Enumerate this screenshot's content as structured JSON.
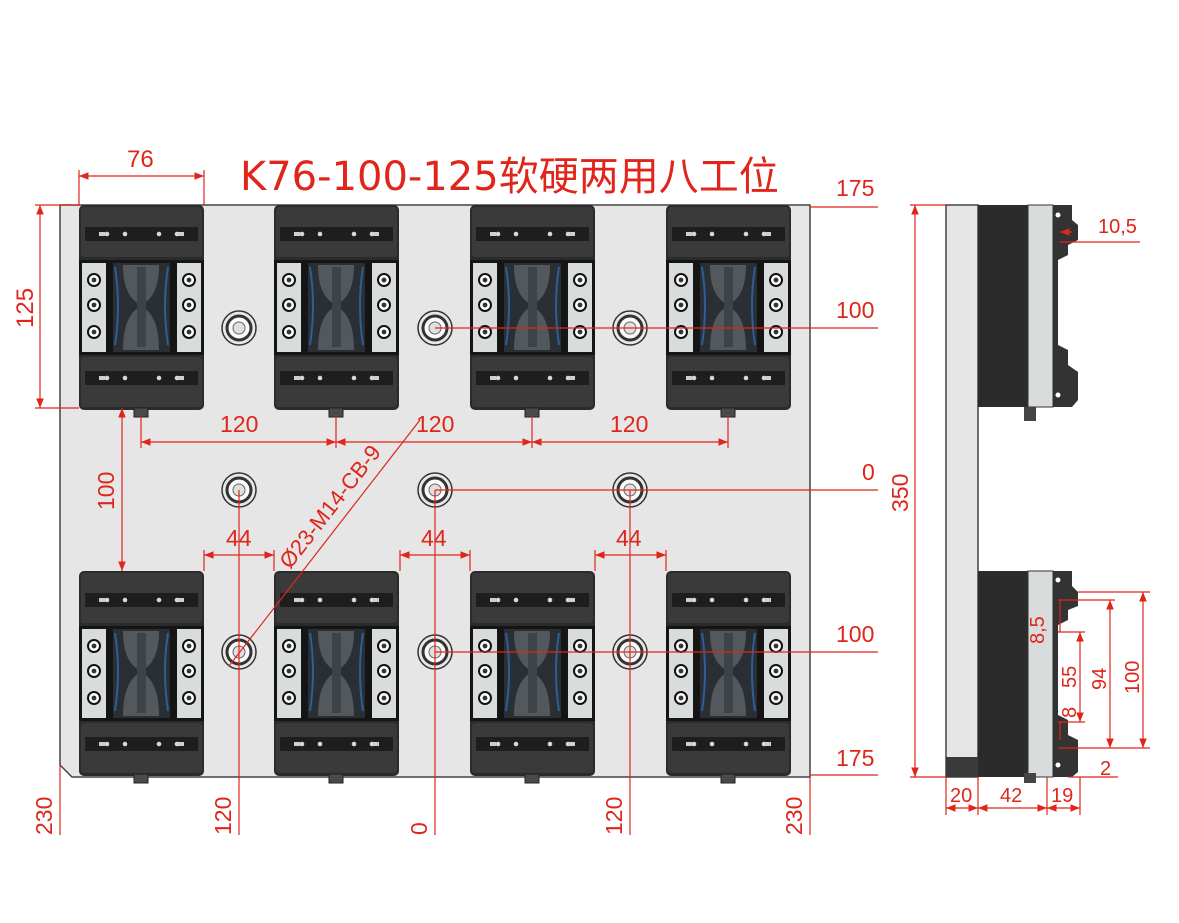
{
  "title": "K76-100-125软硬两用八工位",
  "colors": {
    "dimension": "#e0251b",
    "plate": "#e6e6e6",
    "vise_body": "#2b2b2b",
    "jaw": "#3c3c3c",
    "metal": "#cfd2d4",
    "outline": "#222222"
  },
  "front_view": {
    "dims": {
      "width_vise": "76",
      "right_top": "175",
      "height_vise": "125",
      "row_top": "100",
      "center": "0",
      "row_bottom": "100",
      "right_bottom": "175",
      "pitch_1": "120",
      "pitch_2": "120",
      "pitch_3": "120",
      "gap_v": "100",
      "hole_note": "Ø23-M14-CB-9",
      "gap_1": "44",
      "gap_2": "44",
      "gap_3": "44",
      "bottom_left": "230",
      "bottom_120_left": "120",
      "bottom_0": "0",
      "bottom_120_right": "120",
      "bottom_right": "230"
    }
  },
  "side_view": {
    "dims": {
      "total_height": "350",
      "top_gap": "10,5",
      "d_8_5": "8,5",
      "d_55": "55",
      "d_94": "94",
      "d_100": "100",
      "d_8": "8",
      "d_2": "2",
      "w_20": "20",
      "w_42": "42",
      "w_19": "19"
    }
  }
}
